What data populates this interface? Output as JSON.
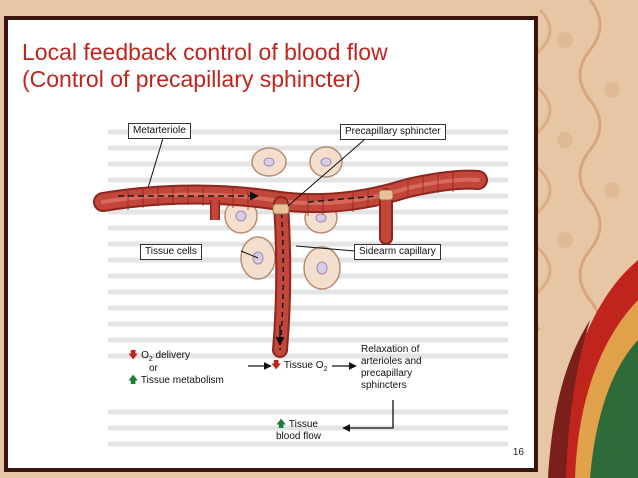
{
  "slide": {
    "title_line1": "Local feedback control of blood flow",
    "title_line2": "(Control of precapillary sphincter)",
    "page_number": "16"
  },
  "diagram": {
    "labels": {
      "metarteriole": "Metarteriole",
      "precapillary_sphincter": "Precapillary sphincter",
      "tissue_cells": "Tissue cells",
      "sidearm_capillary": "Sidearm capillary"
    },
    "flow": {
      "o2_delivery_prefix": "O",
      "o2_delivery_sub": "2",
      "o2_delivery_suffix": " delivery",
      "or": "or",
      "tissue_metabolism": "Tissue metabolism",
      "tissue_o2_prefix": "Tissue O",
      "tissue_o2_sub": "2",
      "relaxation_line1": "Relaxation of",
      "relaxation_line2": "arterioles and",
      "relaxation_line3": "precapillary",
      "relaxation_line4": "sphincters",
      "tissue_blood_flow_line1": "Tissue",
      "tissue_blood_flow_line2": "blood flow"
    }
  },
  "colors": {
    "title": "#c0251d",
    "vessel": "#c2463a",
    "arrow_up": "#1e7d3a",
    "arrow_down": "#c0251d",
    "background_panel": "#e8c8ac"
  }
}
